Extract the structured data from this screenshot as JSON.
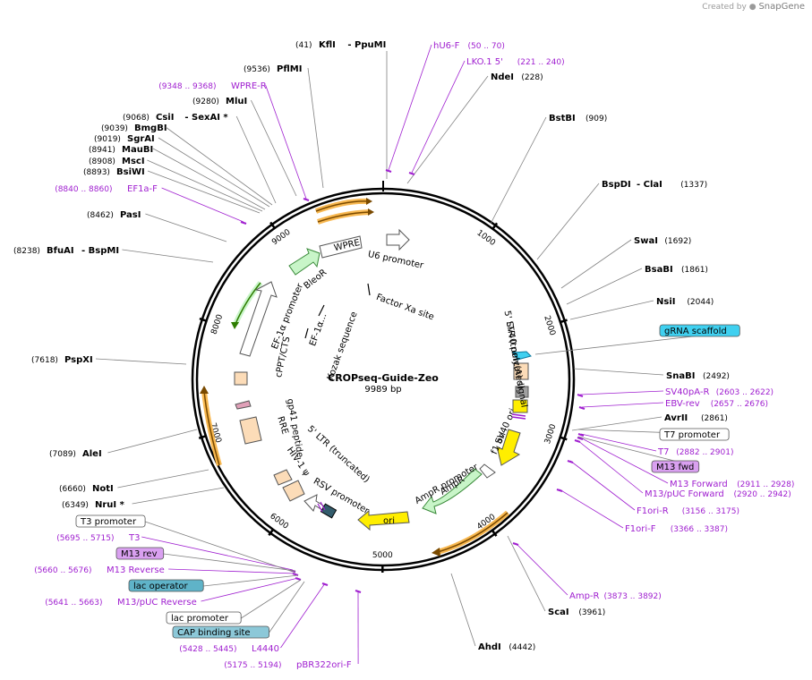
{
  "credit": {
    "prefix": "Created by",
    "brand": "SnapGene"
  },
  "plasmid": {
    "name": "CROPseq-Guide-Zeo",
    "size_label": "9989 bp"
  },
  "ticks": [
    "1000",
    "2000",
    "3000",
    "4000",
    "5000",
    "6000",
    "7000",
    "8000",
    "9000"
  ],
  "enzymes": [
    {
      "pos": "(41)",
      "name": "KflI",
      "extra": "- PpuMI"
    },
    {
      "pos": "(228)",
      "name": "NdeI"
    },
    {
      "pos": "(909)",
      "name": "BstBI"
    },
    {
      "pos": "(1337)",
      "name": "BspDI",
      "extra": "- ClaI"
    },
    {
      "pos": "(1692)",
      "name": "SwaI"
    },
    {
      "pos": "(1861)",
      "name": "BsaBI"
    },
    {
      "pos": "(2044)",
      "name": "NsiI"
    },
    {
      "pos": "(2492)",
      "name": "SnaBI"
    },
    {
      "pos": "(2861)",
      "name": "AvrII"
    },
    {
      "pos": "(3961)",
      "name": "ScaI"
    },
    {
      "pos": "(4442)",
      "name": "AhdI"
    },
    {
      "pos": "(6349)",
      "name": "NruI *"
    },
    {
      "pos": "(6660)",
      "name": "NotI"
    },
    {
      "pos": "(7089)",
      "name": "AleI"
    },
    {
      "pos": "(7618)",
      "name": "PspXI"
    },
    {
      "pos": "(8238)",
      "name": "BfuAI",
      "extra": "- BspMI"
    },
    {
      "pos": "(8462)",
      "name": "PasI"
    },
    {
      "pos": "(8893)",
      "name": "BsiWI"
    },
    {
      "pos": "(8908)",
      "name": "MscI"
    },
    {
      "pos": "(8941)",
      "name": "MauBI"
    },
    {
      "pos": "(9019)",
      "name": "SgrAI"
    },
    {
      "pos": "(9039)",
      "name": "BmgBI"
    },
    {
      "pos": "(9068)",
      "name": "CsiI",
      "extra": "- SexAI *"
    },
    {
      "pos": "(9280)",
      "name": "MluI"
    },
    {
      "pos": "(9536)",
      "name": "PflMI"
    }
  ],
  "primers": [
    {
      "name": "hU6-F",
      "range": "(50 .. 70)"
    },
    {
      "name": "LKO.1 5'",
      "range": "(221 .. 240)"
    },
    {
      "name": "SV40pA-R",
      "range": "(2603 .. 2622)"
    },
    {
      "name": "EBV-rev",
      "range": "(2657 .. 2676)"
    },
    {
      "name": "T7",
      "range": "(2882 .. 2901)"
    },
    {
      "name": "M13 Forward",
      "range": "(2911 .. 2928)"
    },
    {
      "name": "M13/pUC Forward",
      "range": "(2920 .. 2942)"
    },
    {
      "name": "F1ori-R",
      "range": "(3156 .. 3175)"
    },
    {
      "name": "F1ori-F",
      "range": "(3366 .. 3387)"
    },
    {
      "name": "Amp-R",
      "range": "(3873 .. 3892)"
    },
    {
      "name": "pBR322ori-F",
      "range": "(5175 .. 5194)"
    },
    {
      "name": "L4440",
      "range": "(5428 .. 5445)"
    },
    {
      "name": "M13/pUC Reverse",
      "range": "(5641 .. 5663)"
    },
    {
      "name": "M13 Reverse",
      "range": "(5660 .. 5676)"
    },
    {
      "name": "T3",
      "range": "(5695 .. 5715)"
    },
    {
      "name": "EF1a-F",
      "range": "(8840 .. 8860)"
    },
    {
      "name": "WPRE-R",
      "range": "(9348 .. 9368)"
    }
  ],
  "boxed_labels": {
    "gRNA scaffold": {
      "fill": "#3fd0f0"
    },
    "T7 promoter": {
      "fill": "#ffffff"
    },
    "M13 fwd": {
      "fill": "#d9a0f0"
    },
    "M13 rev": {
      "fill": "#d9a0f0"
    },
    "T3 promoter": {
      "fill": "#ffffff"
    },
    "lac operator": {
      "fill": "#5fb3c8"
    },
    "lac promoter": {
      "fill": "#ffffff"
    },
    "CAP binding site": {
      "fill": "#8cc8d8"
    }
  },
  "features": [
    "U6 promoter",
    "WPRE",
    "BleoR",
    "Factor Xa site",
    "EF-1α promoter",
    "cPPT/CTS",
    "EF-1α...",
    "Kozak sequence",
    "gp41 peptide",
    "RRE",
    "HIV-1 ψ",
    "5' LTR (truncated)",
    "RSV promoter",
    "ori",
    "AmpR",
    "AmpR promoter",
    "f1 ori",
    "SV40 ori",
    "SV40 poly(A) signal"
  ],
  "colors": {
    "enzyme_line": "#808080",
    "primer": "#a020d0",
    "ring": "#000000",
    "orf_green": "#c8f5c8",
    "ori_yellow": "#ffee00",
    "ltr_peach": "#fcdcb8",
    "misc_gray": "#a0a0a0",
    "arrow_orange": "#f8b850"
  }
}
